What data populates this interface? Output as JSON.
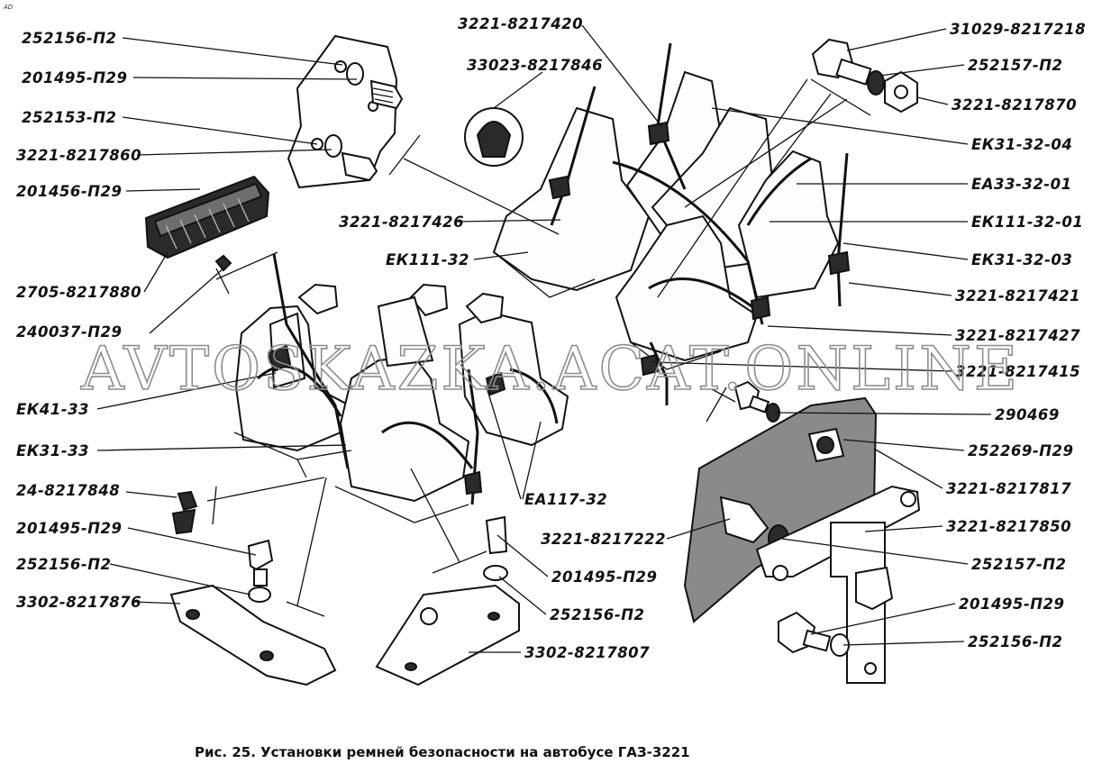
{
  "corner_mark": "AD",
  "watermark": "AVTOSKAZKA.ACAT.ONLINE",
  "caption": "Рис. 25. Установки ремней безопасности на автобусе ГАЗ-3221",
  "labels": [
    "252156-П2",
    "201495-П29",
    "252153-П2",
    "3221-8217860",
    "201456-П29",
    "2705-8217880",
    "240037-П29",
    "ЕК41-33",
    "ЕК31-33",
    "24-8217848",
    "201495-П29",
    "252156-П2",
    "3302-8217876",
    "3221-8217420",
    "33023-8217846",
    "3221-8217426",
    "ЕК111-32",
    "31029-8217218",
    "252157-П2",
    "3221-8217870",
    "ЕК31-32-04",
    "ЕА33-32-01",
    "ЕК111-32-01",
    "ЕК31-32-03",
    "3221-8217421",
    "3221-8217427",
    "3221-8217415",
    "290469",
    "252269-П29",
    "3221-8217817",
    "3221-8217850",
    "252157-П2",
    "201495-П29",
    "252156-П2",
    "ЕА117-32",
    "3221-8217222",
    "201495-П29",
    "252156-П2",
    "3302-8217807"
  ]
}
